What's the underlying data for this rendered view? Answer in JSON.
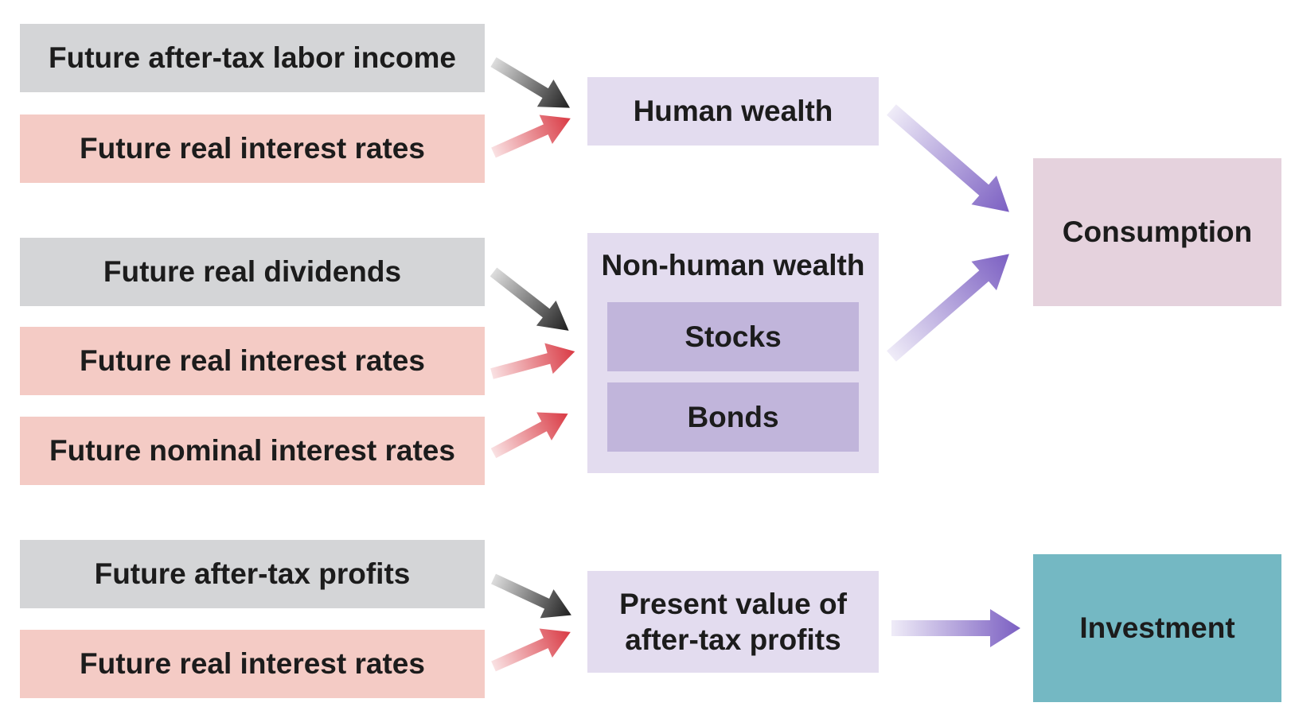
{
  "left_inputs": [
    {
      "label": "Future after-tax labor income",
      "color": "grey"
    },
    {
      "label": "Future real interest rates",
      "color": "pink"
    },
    {
      "label": "Future real dividends",
      "color": "grey"
    },
    {
      "label": "Future real interest rates",
      "color": "pink"
    },
    {
      "label": "Future nominal interest rates",
      "color": "pink"
    },
    {
      "label": "Future after-tax profits",
      "color": "grey"
    },
    {
      "label": "Future real interest rates",
      "color": "pink"
    }
  ],
  "middle": {
    "human_wealth": "Human wealth",
    "nonhuman_wealth": "Non-human wealth",
    "stocks": "Stocks",
    "bonds": "Bonds",
    "present_value": "Present value of after-tax profits"
  },
  "outputs": {
    "consumption": "Consumption",
    "investment": "Investment"
  },
  "colors": {
    "grey_box": "#d4d5d7",
    "pink_box": "#f4cbc5",
    "lavender_box": "#e3dcef",
    "purple_box": "#c1b5db",
    "consumption_box": "#e5d2dd",
    "investment_box": "#74b8c3",
    "dark_arrow": "#1e1e1e",
    "red_arrow": "#d93a44",
    "purple_arrow": "#7b5fc2"
  }
}
